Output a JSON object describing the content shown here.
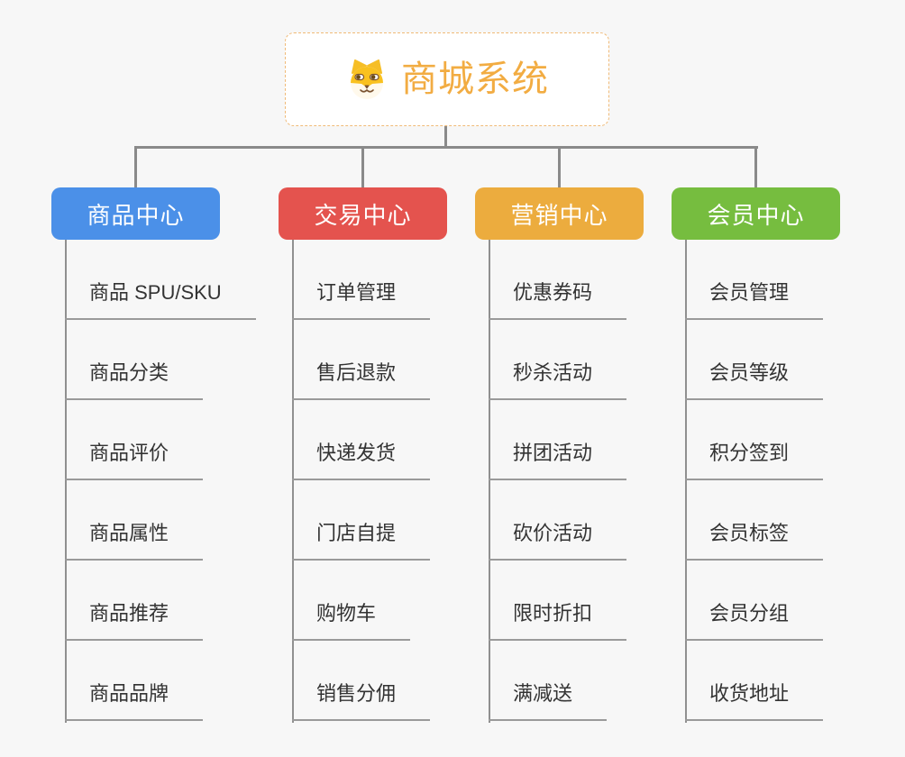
{
  "root": {
    "title": "商城系统",
    "icon": "doge-icon"
  },
  "branches": [
    {
      "label": "商品中心",
      "color": "#4b90e8",
      "children": [
        "商品 SPU/SKU",
        "商品分类",
        "商品评价",
        "商品属性",
        "商品推荐",
        "商品品牌"
      ]
    },
    {
      "label": "交易中心",
      "color": "#e4534e",
      "children": [
        "订单管理",
        "售后退款",
        "快递发货",
        "门店自提",
        "购物车",
        "销售分佣"
      ]
    },
    {
      "label": "营销中心",
      "color": "#ecac3e",
      "children": [
        "优惠券码",
        "秒杀活动",
        "拼团活动",
        "砍价活动",
        "限时折扣",
        "满减送"
      ]
    },
    {
      "label": "会员中心",
      "color": "#76bd3f",
      "children": [
        "会员管理",
        "会员等级",
        "积分签到",
        "会员标签",
        "会员分组",
        "收货地址"
      ]
    }
  ],
  "colors": {
    "background": "#f7f7f7",
    "root_accent": "#f2ac42",
    "root_border": "#f0ba77",
    "connector": "#8a8a8a",
    "leaf_underline": "#9a9a9a",
    "leaf_text": "#333333"
  }
}
